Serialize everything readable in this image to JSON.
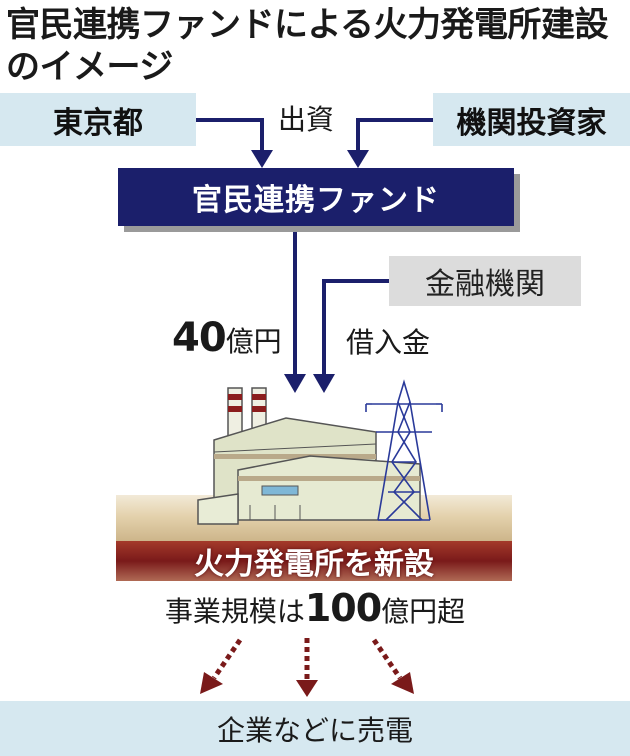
{
  "title": "官民連携ファンドによる火力発電所建設のイメージ",
  "boxes": {
    "tokyo": "東京都",
    "investors": "機関投資家",
    "fund": "官民連携ファンド",
    "bank": "金融機関"
  },
  "labels": {
    "investment": "出資",
    "fund_amount_number": "40",
    "fund_amount_unit": "億円",
    "loan": "借入金"
  },
  "plant_banner": "火力発電所を新設",
  "scale": {
    "prefix": "事業規模は",
    "number": "100",
    "suffix": "億円超"
  },
  "outcome": "企業などに売電",
  "colors": {
    "navy": "#1b1f6b",
    "light_blue": "#d6e8f0",
    "maroon": "#7a1a1a",
    "gray": "#dcdcdc"
  }
}
